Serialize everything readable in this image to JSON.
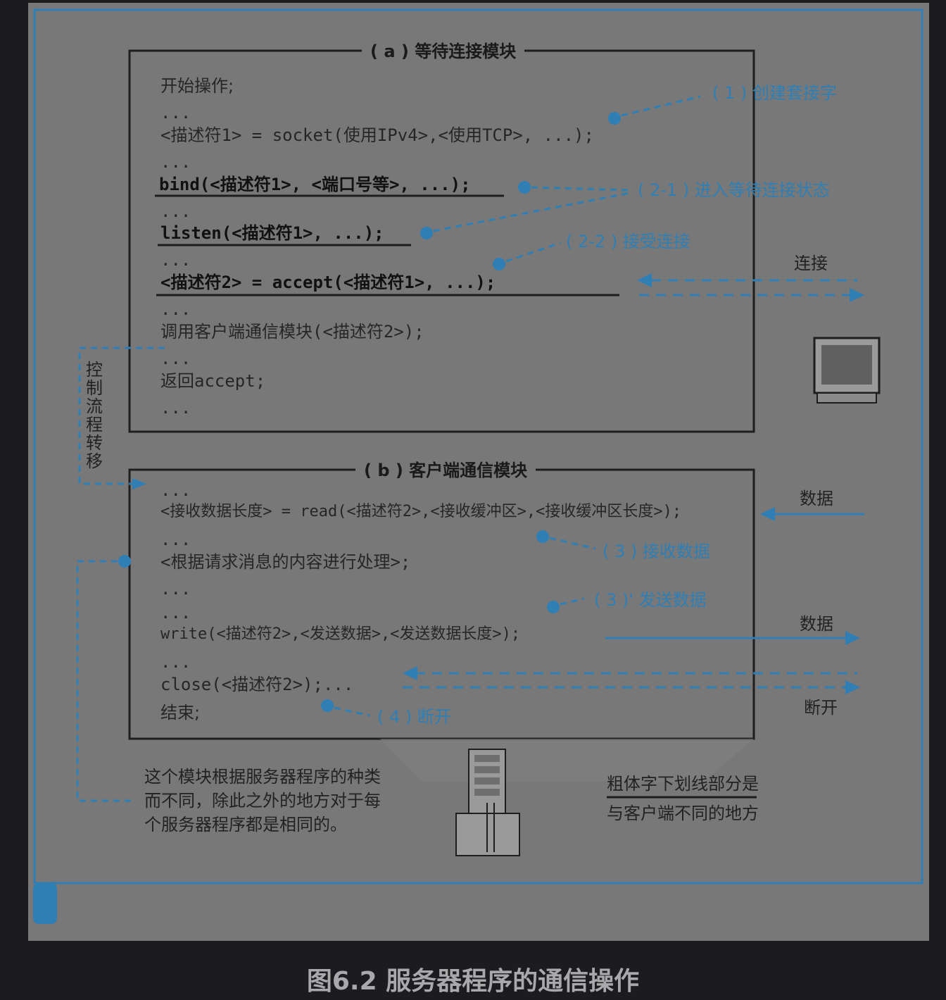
{
  "box_a": {
    "title": "( a ) 等待连接模块",
    "lines": [
      "开始操作;",
      "...",
      "<描述符1> = socket(使用IPv4>,<使用TCP>, ...);",
      "...",
      "bind(<描述符1>, <端口号等>, ...);",
      "...",
      "listen(<描述符1>, ...);",
      "...",
      "<描述符2> = accept(<描述符1>, ...);",
      "...",
      "调用客户端通信模块(<描述符2>);",
      "...",
      "返回accept;",
      "..."
    ]
  },
  "box_b": {
    "title": "( b ) 客户端通信模块",
    "lines": [
      "...",
      "<接收数据长度> = read(<描述符2>,<接收缓冲区>,<接收缓冲区长度>);",
      "...",
      "<根据请求消息的内容进行处理>;",
      "...",
      "...",
      "write(<描述符2>,<发送数据>,<发送数据长度>);",
      "...",
      "close(<描述符2>);...",
      "结束;"
    ]
  },
  "annotations": {
    "create_socket": "( 1 ) 创建套接字",
    "wait_state": "( 2-1 ) 进入等待连接状态",
    "accept_conn": "( 2-2 ) 接受连接",
    "receive": "( 3 ) 接收数据",
    "send": "( 3 )' 发送数据",
    "disconnect": "( 4 ) 断开"
  },
  "labels": {
    "connect": "连接",
    "data_in": "数据",
    "data_out": "数据",
    "disconnect": "断开",
    "control_flow": "控制流程转移",
    "note_left": [
      "这个模块根据服务器程序的种类",
      "而不同，除此之外的地方对于每",
      "个服务器程序都是相同的。"
    ],
    "note_right": [
      "粗体字下划线部分是",
      "与客户端不同的地方"
    ]
  },
  "caption": "图6.2 服务器程序的通信操作",
  "colors": {
    "accent": "#2f7fb5",
    "panel": "#787878",
    "page": "#1c1c1e"
  }
}
